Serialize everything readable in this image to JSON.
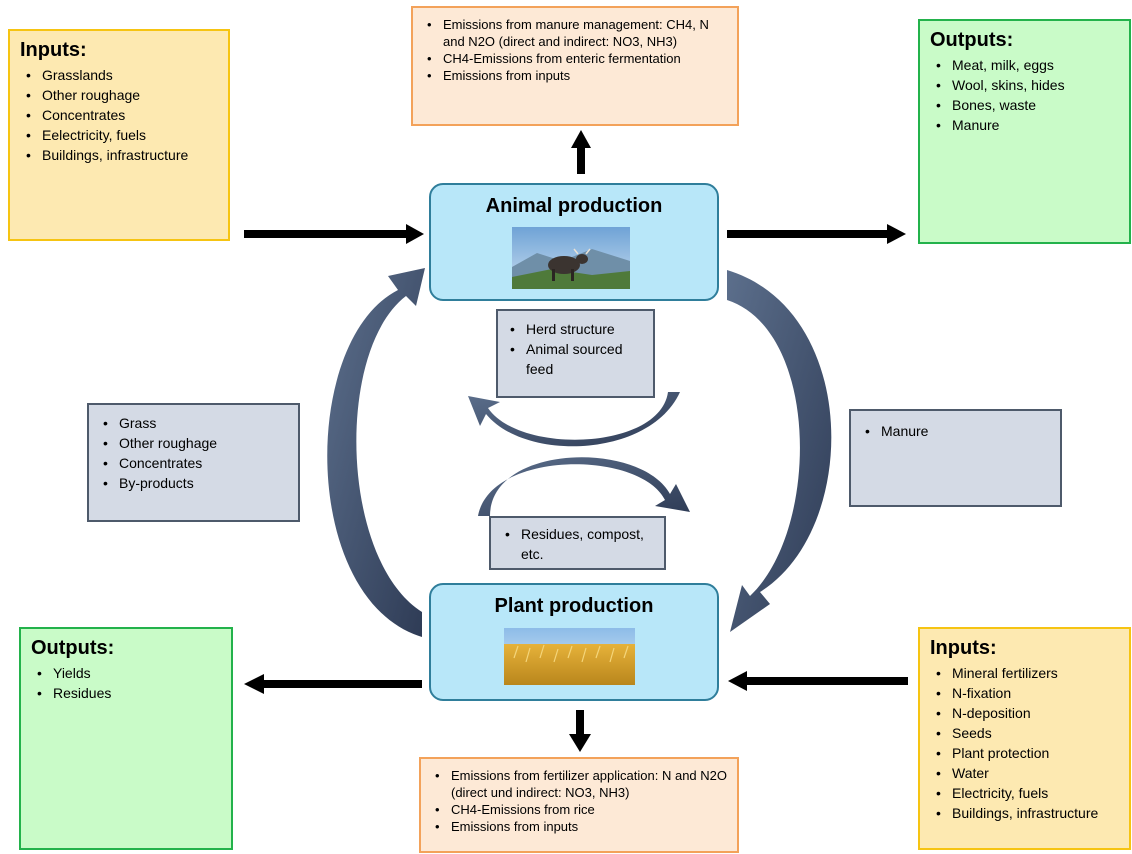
{
  "inputs_animal": {
    "heading": "Inputs:",
    "items": [
      "Grasslands",
      "Other roughage",
      "Concentrates",
      "Eelectricity, fuels",
      "Buildings, infrastructure"
    ]
  },
  "emissions_animal": {
    "items": [
      "Emissions from manure management: CH4, N and N2O (direct and indirect: NO3, NH3)",
      "CH4-Emissions from enteric fermentation",
      "Emissions from inputs"
    ]
  },
  "outputs_animal": {
    "heading": "Outputs:",
    "items": [
      "Meat, milk, eggs",
      "Wool, skins, hides",
      "Bones, waste",
      "Manure"
    ]
  },
  "animal_production": {
    "title": "Animal production"
  },
  "herd_box": {
    "items": [
      "Herd structure",
      "Animal sourced feed"
    ]
  },
  "feed_box": {
    "items": [
      "Grass",
      "Other roughage",
      "Concentrates",
      "By-products"
    ]
  },
  "manure_box": {
    "items": [
      "Manure"
    ]
  },
  "residues_box": {
    "items": [
      "Residues, compost, etc."
    ]
  },
  "plant_production": {
    "title": "Plant production"
  },
  "outputs_plant": {
    "heading": "Outputs:",
    "items": [
      "Yields",
      "Residues"
    ]
  },
  "inputs_plant": {
    "heading": "Inputs:",
    "items": [
      "Mineral fertilizers",
      "N-fixation",
      "N-deposition",
      "Seeds",
      "Plant protection",
      "Water",
      "Electricity, fuels",
      "Buildings, infrastructure"
    ]
  },
  "emissions_plant": {
    "items": [
      "Emissions from fertilizer application: N and N2O (direct und indirect: NO3, NH3)",
      "CH4-Emissions from rice",
      "Emissions from inputs"
    ]
  },
  "colors": {
    "input_fill": "#fde9b1",
    "input_border": "#f6c412",
    "output_fill": "#c9fbc8",
    "output_border": "#23b24b",
    "emission_fill": "#fde9d6",
    "emission_border": "#f3a25a",
    "process_fill": "#b8e7f9",
    "process_border": "#2f7e9b",
    "flow_fill": "#d4dae5",
    "flow_arrow": "#3e4b63"
  }
}
